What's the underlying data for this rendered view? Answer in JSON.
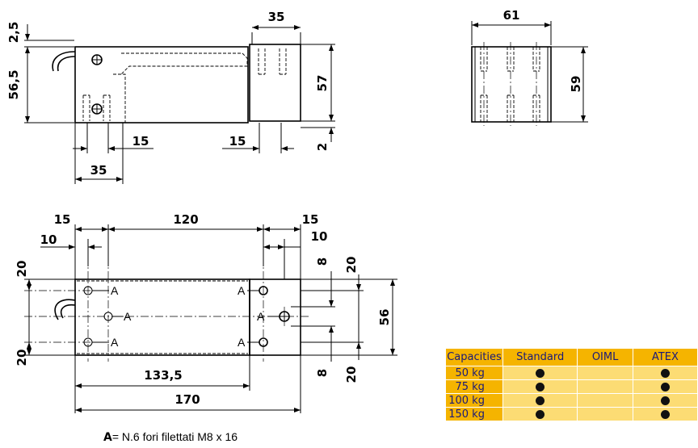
{
  "dimensions": {
    "d_2_5": "2,5",
    "d_56_5": "56,5",
    "d_35_top": "35",
    "d_57": "57",
    "d_2": "2",
    "d_15_left": "15",
    "d_15_right": "15",
    "d_35_bottom": "35",
    "d_61": "61",
    "d_59": "59",
    "d_15_plan_left": "15",
    "d_120": "120",
    "d_15_plan_right": "15",
    "d_10_left": "10",
    "d_10_right": "10",
    "d_20_top_left": "20",
    "d_20_bottom_left": "20",
    "d_8_top": "8",
    "d_20_top_right": "20",
    "d_56": "56",
    "d_8_bottom": "8",
    "d_20_bottom_right": "20",
    "d_133_5": "133,5",
    "d_170": "170"
  },
  "hole_label": "A",
  "legend": {
    "key": "A",
    "text": "= N.6 fori filettati M8 x 16"
  },
  "table": {
    "headers": [
      "Capacities",
      "Standard",
      "OIML",
      "ATEX"
    ],
    "rows": [
      {
        "capacity": "50 kg",
        "standard": true,
        "oiml": false,
        "atex": true
      },
      {
        "capacity": "75 kg",
        "standard": true,
        "oiml": false,
        "atex": true
      },
      {
        "capacity": "100 kg",
        "standard": true,
        "oiml": false,
        "atex": true
      },
      {
        "capacity": "150 kg",
        "standard": true,
        "oiml": false,
        "atex": true
      }
    ]
  },
  "colors": {
    "table_header": "#f5b400",
    "table_cell": "#fcdc74",
    "header_text": "#1a1a7a"
  }
}
